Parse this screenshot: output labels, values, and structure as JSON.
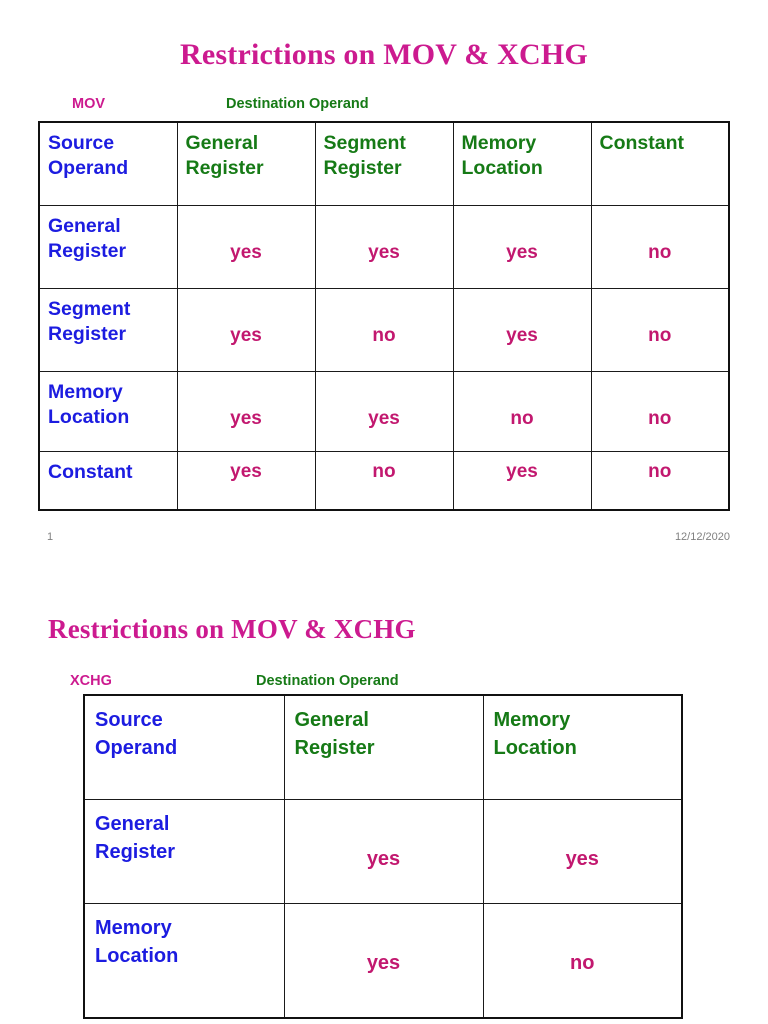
{
  "colors": {
    "title_magenta": "#cc1a8f",
    "header_green": "#167a16",
    "header_blue": "#1c1ce0",
    "value_magenta": "#c2186f",
    "border": "#1a1a1a",
    "footer_gray": "#808080",
    "background": "#ffffff"
  },
  "slide1": {
    "title": "Restrictions on MOV & XCHG",
    "instruction_label": "MOV",
    "destination_label": "Destination  Operand",
    "table": {
      "corner_header": "Source\nOperand",
      "corner_header_line1": "Source",
      "corner_header_line2": "Operand",
      "column_headers": [
        {
          "line1": "General",
          "line2": "Register"
        },
        {
          "line1": "Segment",
          "line2": "Register"
        },
        {
          "line1": "Memory",
          "line2": "Location"
        },
        {
          "line1": "Constant",
          "line2": ""
        }
      ],
      "rows": [
        {
          "header_line1": "General",
          "header_line2": "Register",
          "values": [
            "yes",
            "yes",
            "yes",
            "no"
          ]
        },
        {
          "header_line1": "Segment",
          "header_line2": "Register",
          "values": [
            "yes",
            "no",
            "yes",
            "no"
          ]
        },
        {
          "header_line1": "Memory",
          "header_line2": "Location",
          "values": [
            "yes",
            "yes",
            "no",
            "no"
          ]
        },
        {
          "header_line1": "Constant",
          "header_line2": "",
          "values": [
            "yes",
            "no",
            "yes",
            "no"
          ]
        }
      ]
    },
    "footer": {
      "page_number": "1",
      "date": "12/12/2020"
    }
  },
  "slide2": {
    "title": "Restrictions on MOV & XCHG",
    "instruction_label": "XCHG",
    "destination_label": "Destination  Operand",
    "table": {
      "corner_header_line1": "Source",
      "corner_header_line2": "Operand",
      "column_headers": [
        {
          "line1": "General",
          "line2": "Register"
        },
        {
          "line1": "Memory",
          "line2": "Location"
        }
      ],
      "rows": [
        {
          "header_line1": "General",
          "header_line2": "Register",
          "values": [
            "yes",
            "yes"
          ]
        },
        {
          "header_line1": "Memory",
          "header_line2": "Location",
          "values": [
            "yes",
            "no"
          ]
        }
      ]
    }
  }
}
